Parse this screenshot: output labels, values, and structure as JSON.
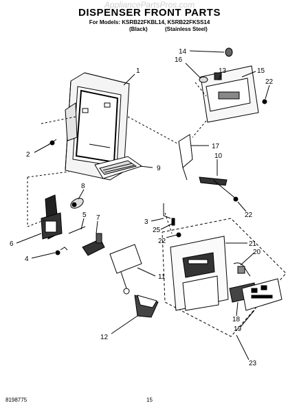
{
  "header": {
    "watermark": "AppliancePartsPros.com",
    "title": "DISPENSER FRONT PARTS",
    "models_line": "For Models: KSRB22FKBL14, KSRB22FKSS14",
    "variant_black": "(Black)",
    "variant_stainless": "(Stainless Steel)"
  },
  "callouts": {
    "c1": "1",
    "c2": "2",
    "c3": "3",
    "c4": "4",
    "c5": "5",
    "c6": "6",
    "c7": "7",
    "c8": "8",
    "c9": "9",
    "c10": "10",
    "c11": "11",
    "c12": "12",
    "c13": "13",
    "c14": "14",
    "c15": "15",
    "c16": "16",
    "c17": "17",
    "c18": "18",
    "c19": "19",
    "c20": "20",
    "c21": "21",
    "c22a": "22",
    "c22b": "22",
    "c22c": "22",
    "c23": "23",
    "c25": "25"
  },
  "footer": {
    "doc_number": "8198775",
    "page_number": "15"
  }
}
